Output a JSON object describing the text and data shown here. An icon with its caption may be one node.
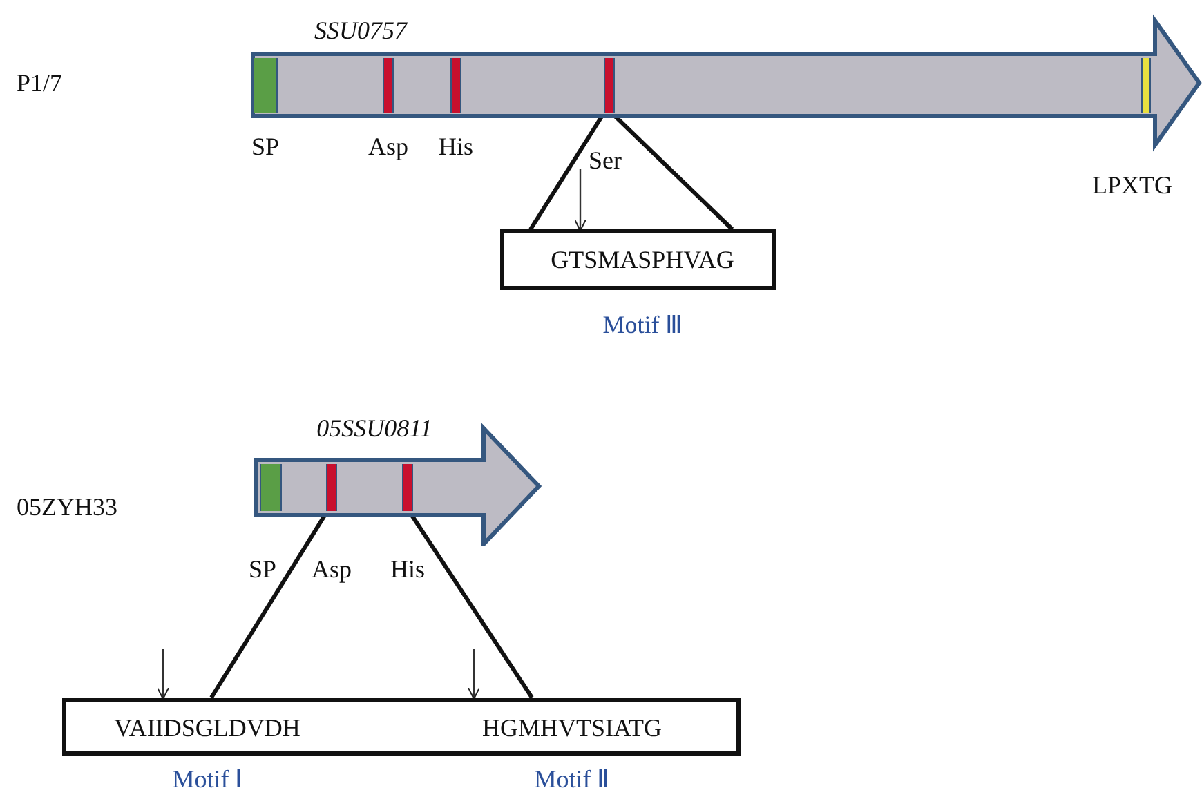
{
  "diagram": {
    "nodes": [
      {
        "text": [
          "SSU0757"
        ]
      },
      {
        "text": [
          "SP"
        ],
        "in": 0
      },
      {
        "text": [
          "Asp"
        ],
        "in": 0
      },
      {
        "text": [
          "His"
        ],
        "in": 0
      },
      {
        "text": [],
        "shape": "bar",
        "in": 0
      },
      {
        "text": [
          "LPXTG"
        ],
        "in": 0
      },
      {
        "text": [
          "GTSMASPHVAG"
        ],
        "beside": [
          "Motif Ⅲ"
        ]
      },
      {
        "text": [
          "05SSU0811"
        ]
      },
      {
        "text": [
          "SP"
        ],
        "in": 7
      },
      {
        "text": [
          "Asp"
        ],
        "in": 7
      },
      {
        "text": [
          "His"
        ],
        "in": 7
      },
      {
        "text": [
          "VAIIDSGLDVDH",
          "HGMHVTSIATG"
        ],
        "beside": [
          "Motif Ⅰ",
          "Motif Ⅱ"
        ]
      }
    ],
    "edges": [
      {
        "from": 4,
        "to": 6,
        "arrow": "none"
      },
      {
        "from": 4,
        "to": 6,
        "arrow": "none"
      },
      {
        "from": null,
        "to": 6,
        "arrow": "to",
        "label": "Ser"
      },
      {
        "from": 9,
        "to": 11,
        "arrow": "none"
      },
      {
        "from": 10,
        "to": 11,
        "arrow": "none"
      },
      {
        "from": null,
        "to": 11,
        "arrow": "to"
      },
      {
        "from": null,
        "to": 11,
        "arrow": "to"
      }
    ],
    "labels": [
      "P1/7",
      "05ZYH33"
    ]
  }
}
